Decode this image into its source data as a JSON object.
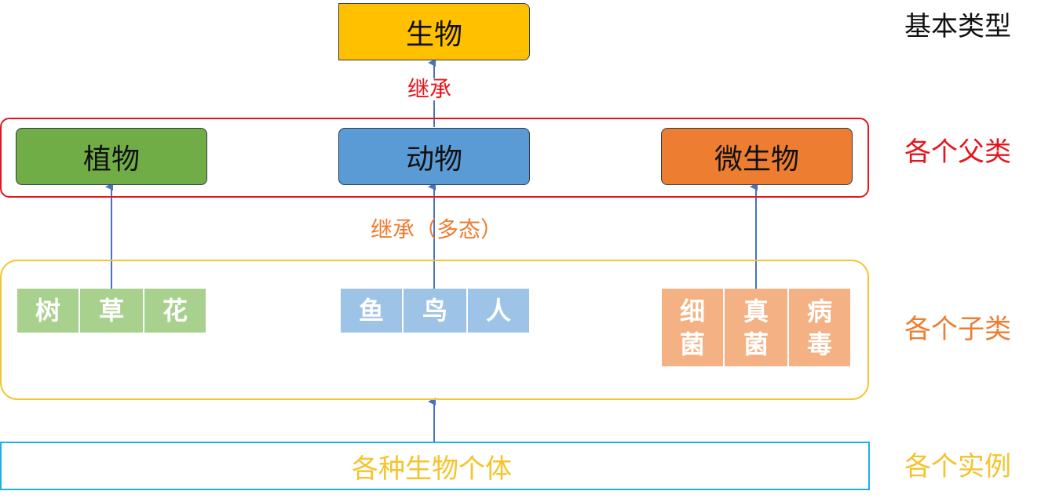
{
  "colors": {
    "top_fill": "#FFC000",
    "plant_fill": "#70AD47",
    "animal_fill": "#5B9BD5",
    "micro_fill": "#ED7D31",
    "parent_group_border": "#E8141B",
    "child_group_border": "#F5C32C",
    "instance_border": "#1EB0E8",
    "plant_cells": "#A9D18E",
    "animal_cells": "#9DC3E6",
    "micro_cells": "#F4B183",
    "arrow": "#4472C4"
  },
  "top_node": "生物",
  "parents": {
    "plant": "植物",
    "animal": "动物",
    "micro": "微生物"
  },
  "children": {
    "plants": [
      "树",
      "草",
      "花"
    ],
    "animals": [
      "鱼",
      "鸟",
      "人"
    ],
    "micro": [
      [
        "细",
        "菌"
      ],
      [
        "真",
        "菌"
      ],
      [
        "病",
        "毒"
      ]
    ]
  },
  "instances": "各种生物个体",
  "edge_labels": {
    "inherit": "继承",
    "inherit_poly": "继承（多态）"
  },
  "layer_labels": {
    "base": "基本类型",
    "parents": "各个父类",
    "children": "各个子类",
    "instances": "各个实例"
  }
}
